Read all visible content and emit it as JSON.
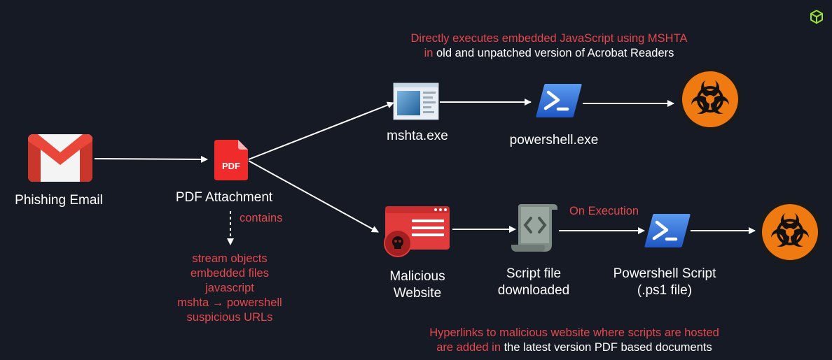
{
  "nodes": {
    "phishing_email": "Phishing Email",
    "pdf_attachment": "PDF Attachment",
    "pdf_icon_text": "PDF",
    "mshta": "mshta.exe",
    "powershell_exe": "powershell.exe",
    "malicious_website_l1": "Malicious",
    "malicious_website_l2": "Website",
    "script_file_l1": "Script file",
    "script_file_l2": "downloaded",
    "ps_script_l1": "Powershell Script",
    "ps_script_l2": "(.ps1 file)"
  },
  "edge_labels": {
    "contains": "contains",
    "on_execution": "On Execution"
  },
  "pdf_contents": [
    "stream objects",
    "embedded files",
    "javascript",
    "mshta → powershell",
    "suspicious URLs"
  ],
  "notes": {
    "top_red_1": "Directly executes embedded JavaScript using MSHTA",
    "top_red_2": "in",
    "top_white_2": " old and unpatched version of Acrobat Readers",
    "bottom_red_1": "Hyperlinks to malicious website where scripts are hosted",
    "bottom_red_2": "are added in",
    "bottom_white_2": " the latest version PDF based documents"
  },
  "icons": {
    "gmail": "gmail-icon",
    "pdf": "pdf-file-icon",
    "mshta": "mshta-app-icon",
    "powershell": "powershell-icon",
    "biohazard": "biohazard-icon",
    "malicious_site": "malicious-website-icon",
    "script": "script-file-icon",
    "corner": "cube-logo-icon"
  },
  "colors": {
    "background": "#151a24",
    "accent_red": "#e5484d",
    "powershell_blue": "#2f6fd6",
    "biohazard_orange": "#f07a12",
    "logo_green": "#9be22d"
  }
}
